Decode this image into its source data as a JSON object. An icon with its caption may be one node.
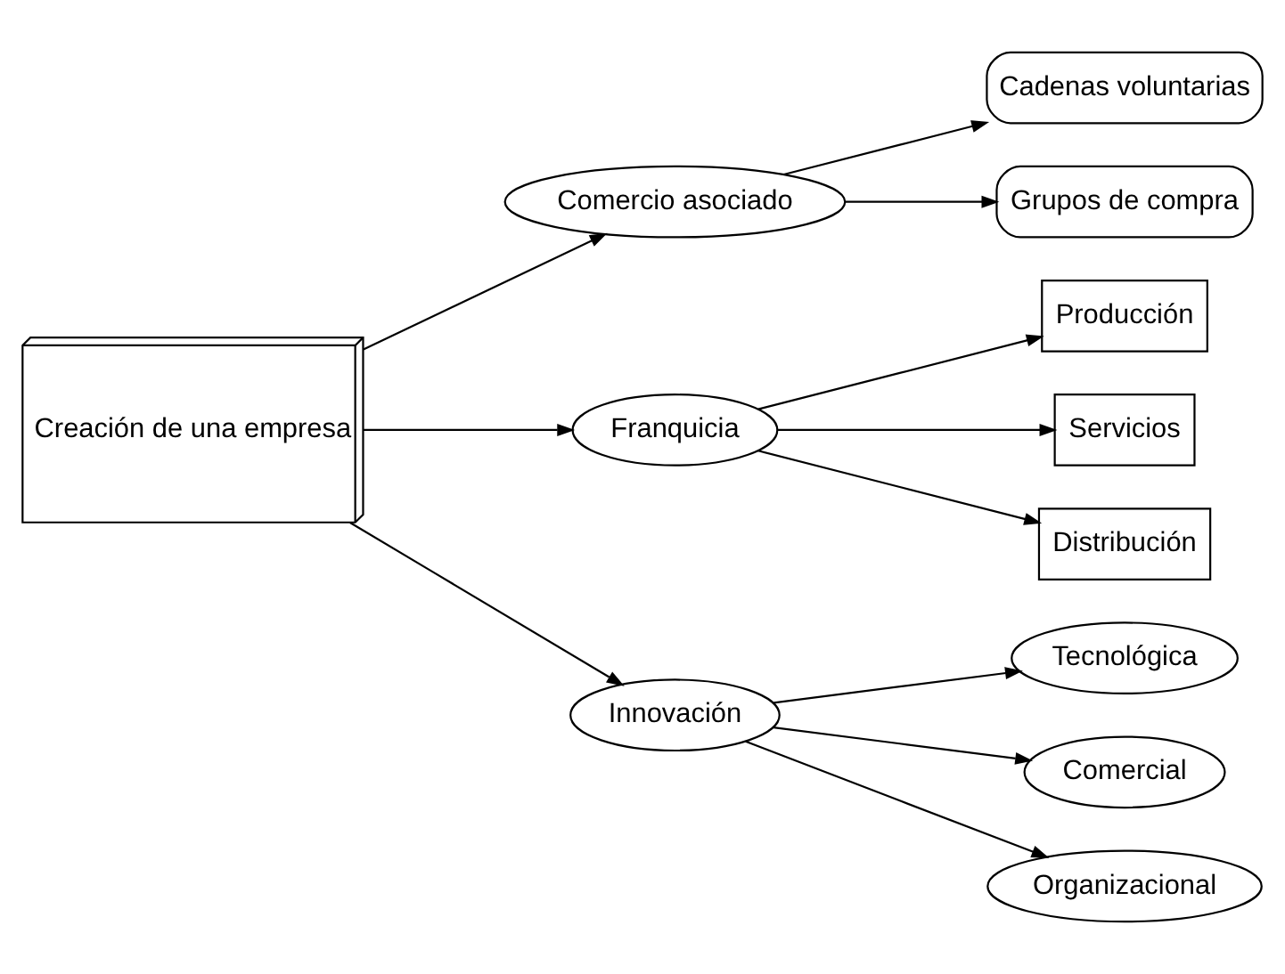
{
  "diagram": {
    "nodes": [
      {
        "text": [
          "Creación de una empresa"
        ]
      },
      {
        "text": [
          "Comercio asociado"
        ]
      },
      {
        "text": [
          "Franquicia"
        ]
      },
      {
        "text": [
          "Innovación"
        ]
      },
      {
        "text": [
          "Cadenas voluntarias"
        ]
      },
      {
        "text": [
          "Grupos de compra"
        ]
      },
      {
        "text": [
          "Producción"
        ]
      },
      {
        "text": [
          "Servicios"
        ]
      },
      {
        "text": [
          "Distribución"
        ]
      },
      {
        "text": [
          "Tecnológica"
        ]
      },
      {
        "text": [
          "Comercial"
        ]
      },
      {
        "text": [
          "Organizacional"
        ]
      }
    ],
    "edges": [
      {
        "from": 0,
        "to": 1,
        "arrow": "to"
      },
      {
        "from": 0,
        "to": 2,
        "arrow": "to"
      },
      {
        "from": 0,
        "to": 3,
        "arrow": "to"
      },
      {
        "from": 1,
        "to": 4,
        "arrow": "to"
      },
      {
        "from": 1,
        "to": 5,
        "arrow": "to"
      },
      {
        "from": 2,
        "to": 6,
        "arrow": "to"
      },
      {
        "from": 2,
        "to": 7,
        "arrow": "to"
      },
      {
        "from": 2,
        "to": 8,
        "arrow": "to"
      },
      {
        "from": 3,
        "to": 9,
        "arrow": "to"
      },
      {
        "from": 3,
        "to": 10,
        "arrow": "to"
      },
      {
        "from": 3,
        "to": 11,
        "arrow": "to"
      }
    ]
  }
}
